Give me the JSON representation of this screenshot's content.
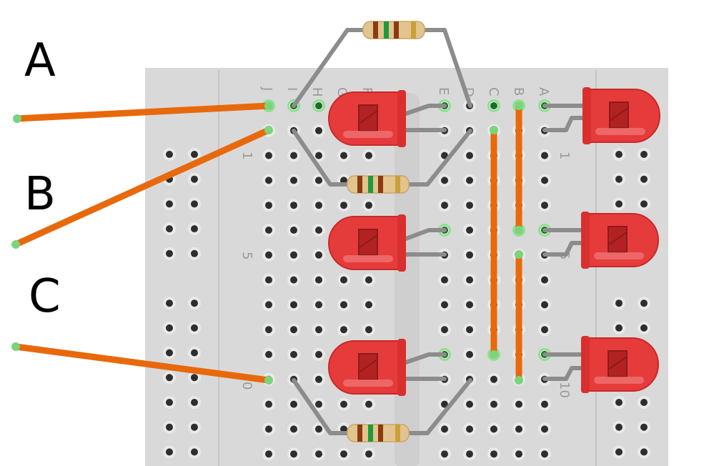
{
  "labels": {
    "a": "A",
    "b": "B",
    "c": "C"
  },
  "breadboard": {
    "column_letters": [
      "J",
      "I",
      "H",
      "G",
      "F",
      "E",
      "D",
      "C",
      "B",
      "A"
    ],
    "row_numbers": {
      "one_left": "1",
      "five_left": "5",
      "ten_left": "0",
      "one_right": "1",
      "five_right": "5",
      "ten_right": "10"
    }
  },
  "colors": {
    "board": "#d9d9d9",
    "rail": "#d2d2d2",
    "wire_orange": "#e8690b",
    "wire_grey": "#8c8c8c",
    "led_red": "#e63b3b",
    "hole": "#2e2e2e",
    "hole_active": "#8fe08f",
    "resistor_body": "#e2c48f"
  },
  "components": {
    "leds": 6,
    "resistors": 3,
    "input_wires": 3
  }
}
